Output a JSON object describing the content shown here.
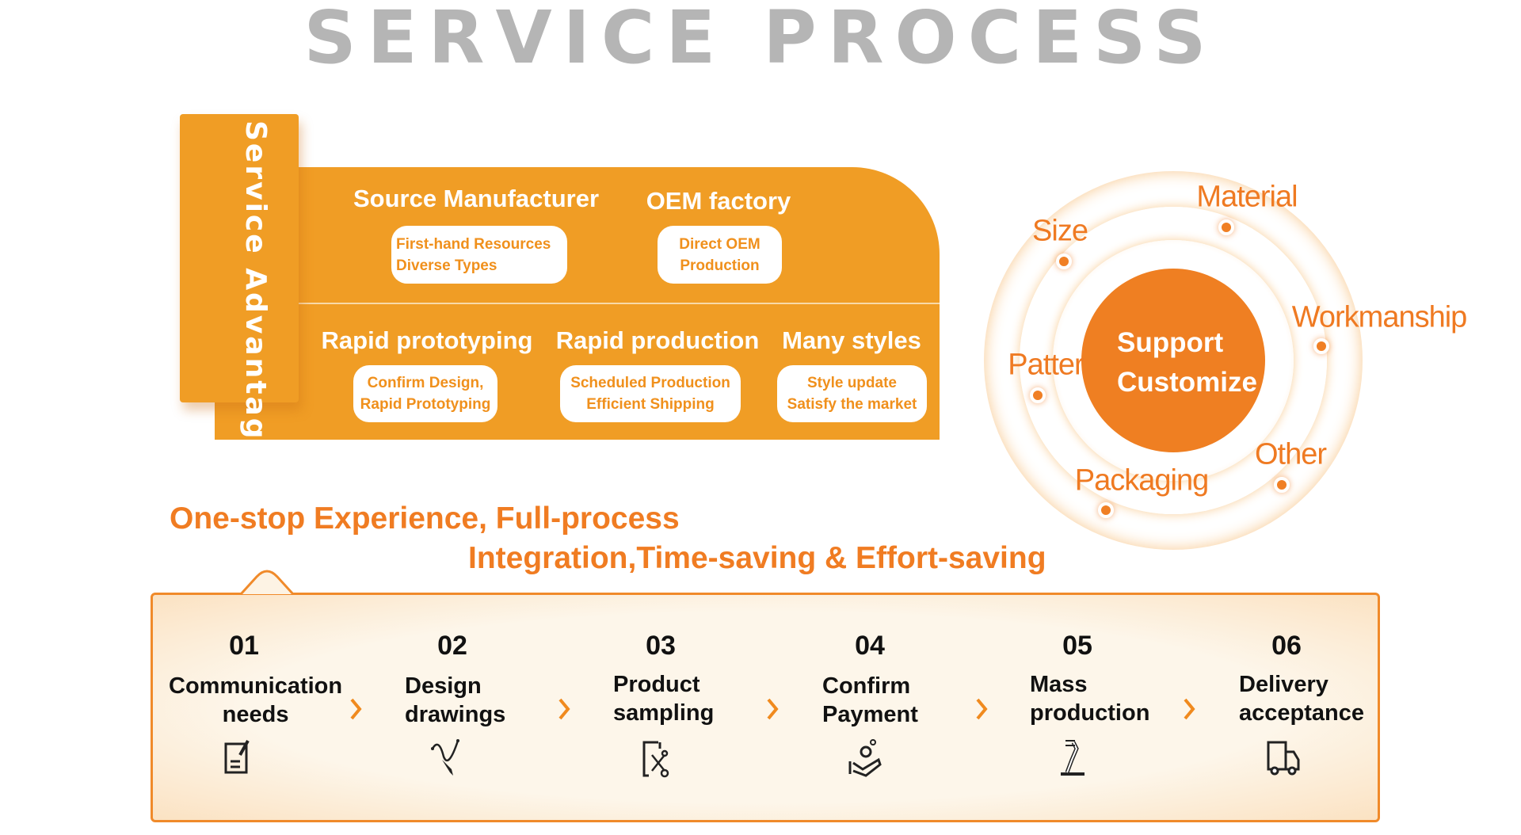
{
  "title": "SERVICE PROCESS",
  "advantages": {
    "tab_label": "Service Advantages",
    "items": [
      {
        "heading": "Source Manufacturer",
        "lines": [
          "First-hand Resources",
          "Diverse Types"
        ]
      },
      {
        "heading": "OEM factory",
        "lines": [
          "Direct OEM",
          "Production"
        ]
      },
      {
        "heading": "Rapid prototyping",
        "lines": [
          "Confirm Design,",
          "Rapid Prototyping"
        ]
      },
      {
        "heading": "Rapid production",
        "lines": [
          "Scheduled Production",
          "Efficient Shipping"
        ]
      },
      {
        "heading": "Many styles",
        "lines": [
          "Style update",
          "Satisfy the market"
        ]
      }
    ]
  },
  "customize": {
    "center": [
      "Support",
      "Customize"
    ],
    "labels": [
      "Material",
      "Size",
      "Workmanship",
      "Patter",
      "Other",
      "Packaging"
    ]
  },
  "slogan": {
    "line1": "One-stop Experience, Full-process",
    "line2": "Integration,Time-saving & Effort-saving"
  },
  "steps": [
    {
      "number": "01",
      "lines": [
        "Communication",
        "needs"
      ],
      "icon": "document-edit-icon"
    },
    {
      "number": "02",
      "lines": [
        "Design",
        "drawings"
      ],
      "icon": "pen-curve-icon"
    },
    {
      "number": "03",
      "lines": [
        "Product",
        "sampling"
      ],
      "icon": "scissors-icon"
    },
    {
      "number": "04",
      "lines": [
        "Confirm",
        "Payment"
      ],
      "icon": "hand-money-icon"
    },
    {
      "number": "05",
      "lines": [
        "Mass",
        "production"
      ],
      "icon": "robot-arm-icon"
    },
    {
      "number": "06",
      "lines": [
        "Delivery",
        "acceptance"
      ],
      "icon": "truck-icon"
    }
  ],
  "colors": {
    "orange": "#f09d25",
    "accent": "#f07c22",
    "title_gray": "#b5b5b5"
  }
}
